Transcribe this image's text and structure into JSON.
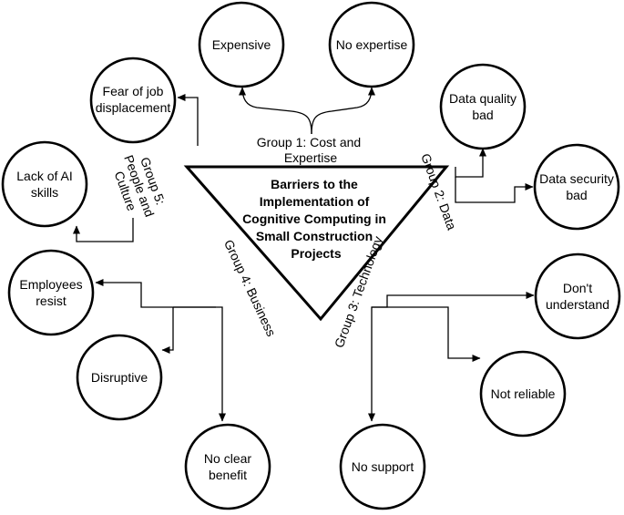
{
  "center": {
    "lines": [
      "Barriers to the",
      "Implementation of",
      "Cognitive Computing in",
      "Small Construction",
      "Projects"
    ]
  },
  "groups": {
    "g1": {
      "lines": [
        "Group 1: Cost and",
        "Expertise"
      ]
    },
    "g2": {
      "label": "Group 2: Data"
    },
    "g3": {
      "label": "Group 3: Technology"
    },
    "g4": {
      "label": "Group 4: Business"
    },
    "g5": {
      "lines": [
        "Group 5:",
        "People and",
        "Culture"
      ]
    }
  },
  "nodes": {
    "expensive": {
      "lines": [
        "Expensive"
      ]
    },
    "no_expertise": {
      "lines": [
        "No expertise"
      ]
    },
    "data_quality": {
      "lines": [
        "Data quality",
        "bad"
      ]
    },
    "data_security": {
      "lines": [
        "Data security",
        "bad"
      ]
    },
    "dont_understand": {
      "lines": [
        "Don't",
        "understand"
      ]
    },
    "not_reliable": {
      "lines": [
        "Not reliable"
      ]
    },
    "no_support": {
      "lines": [
        "No support"
      ]
    },
    "no_clear_benefit": {
      "lines": [
        "No clear",
        "benefit"
      ]
    },
    "disruptive": {
      "lines": [
        "Disruptive"
      ]
    },
    "employees_resist": {
      "lines": [
        "Employees",
        "resist"
      ]
    },
    "lack_ai": {
      "lines": [
        "Lack of AI",
        "skills"
      ]
    },
    "fear_job": {
      "lines": [
        "Fear of job",
        "displacement"
      ]
    }
  }
}
